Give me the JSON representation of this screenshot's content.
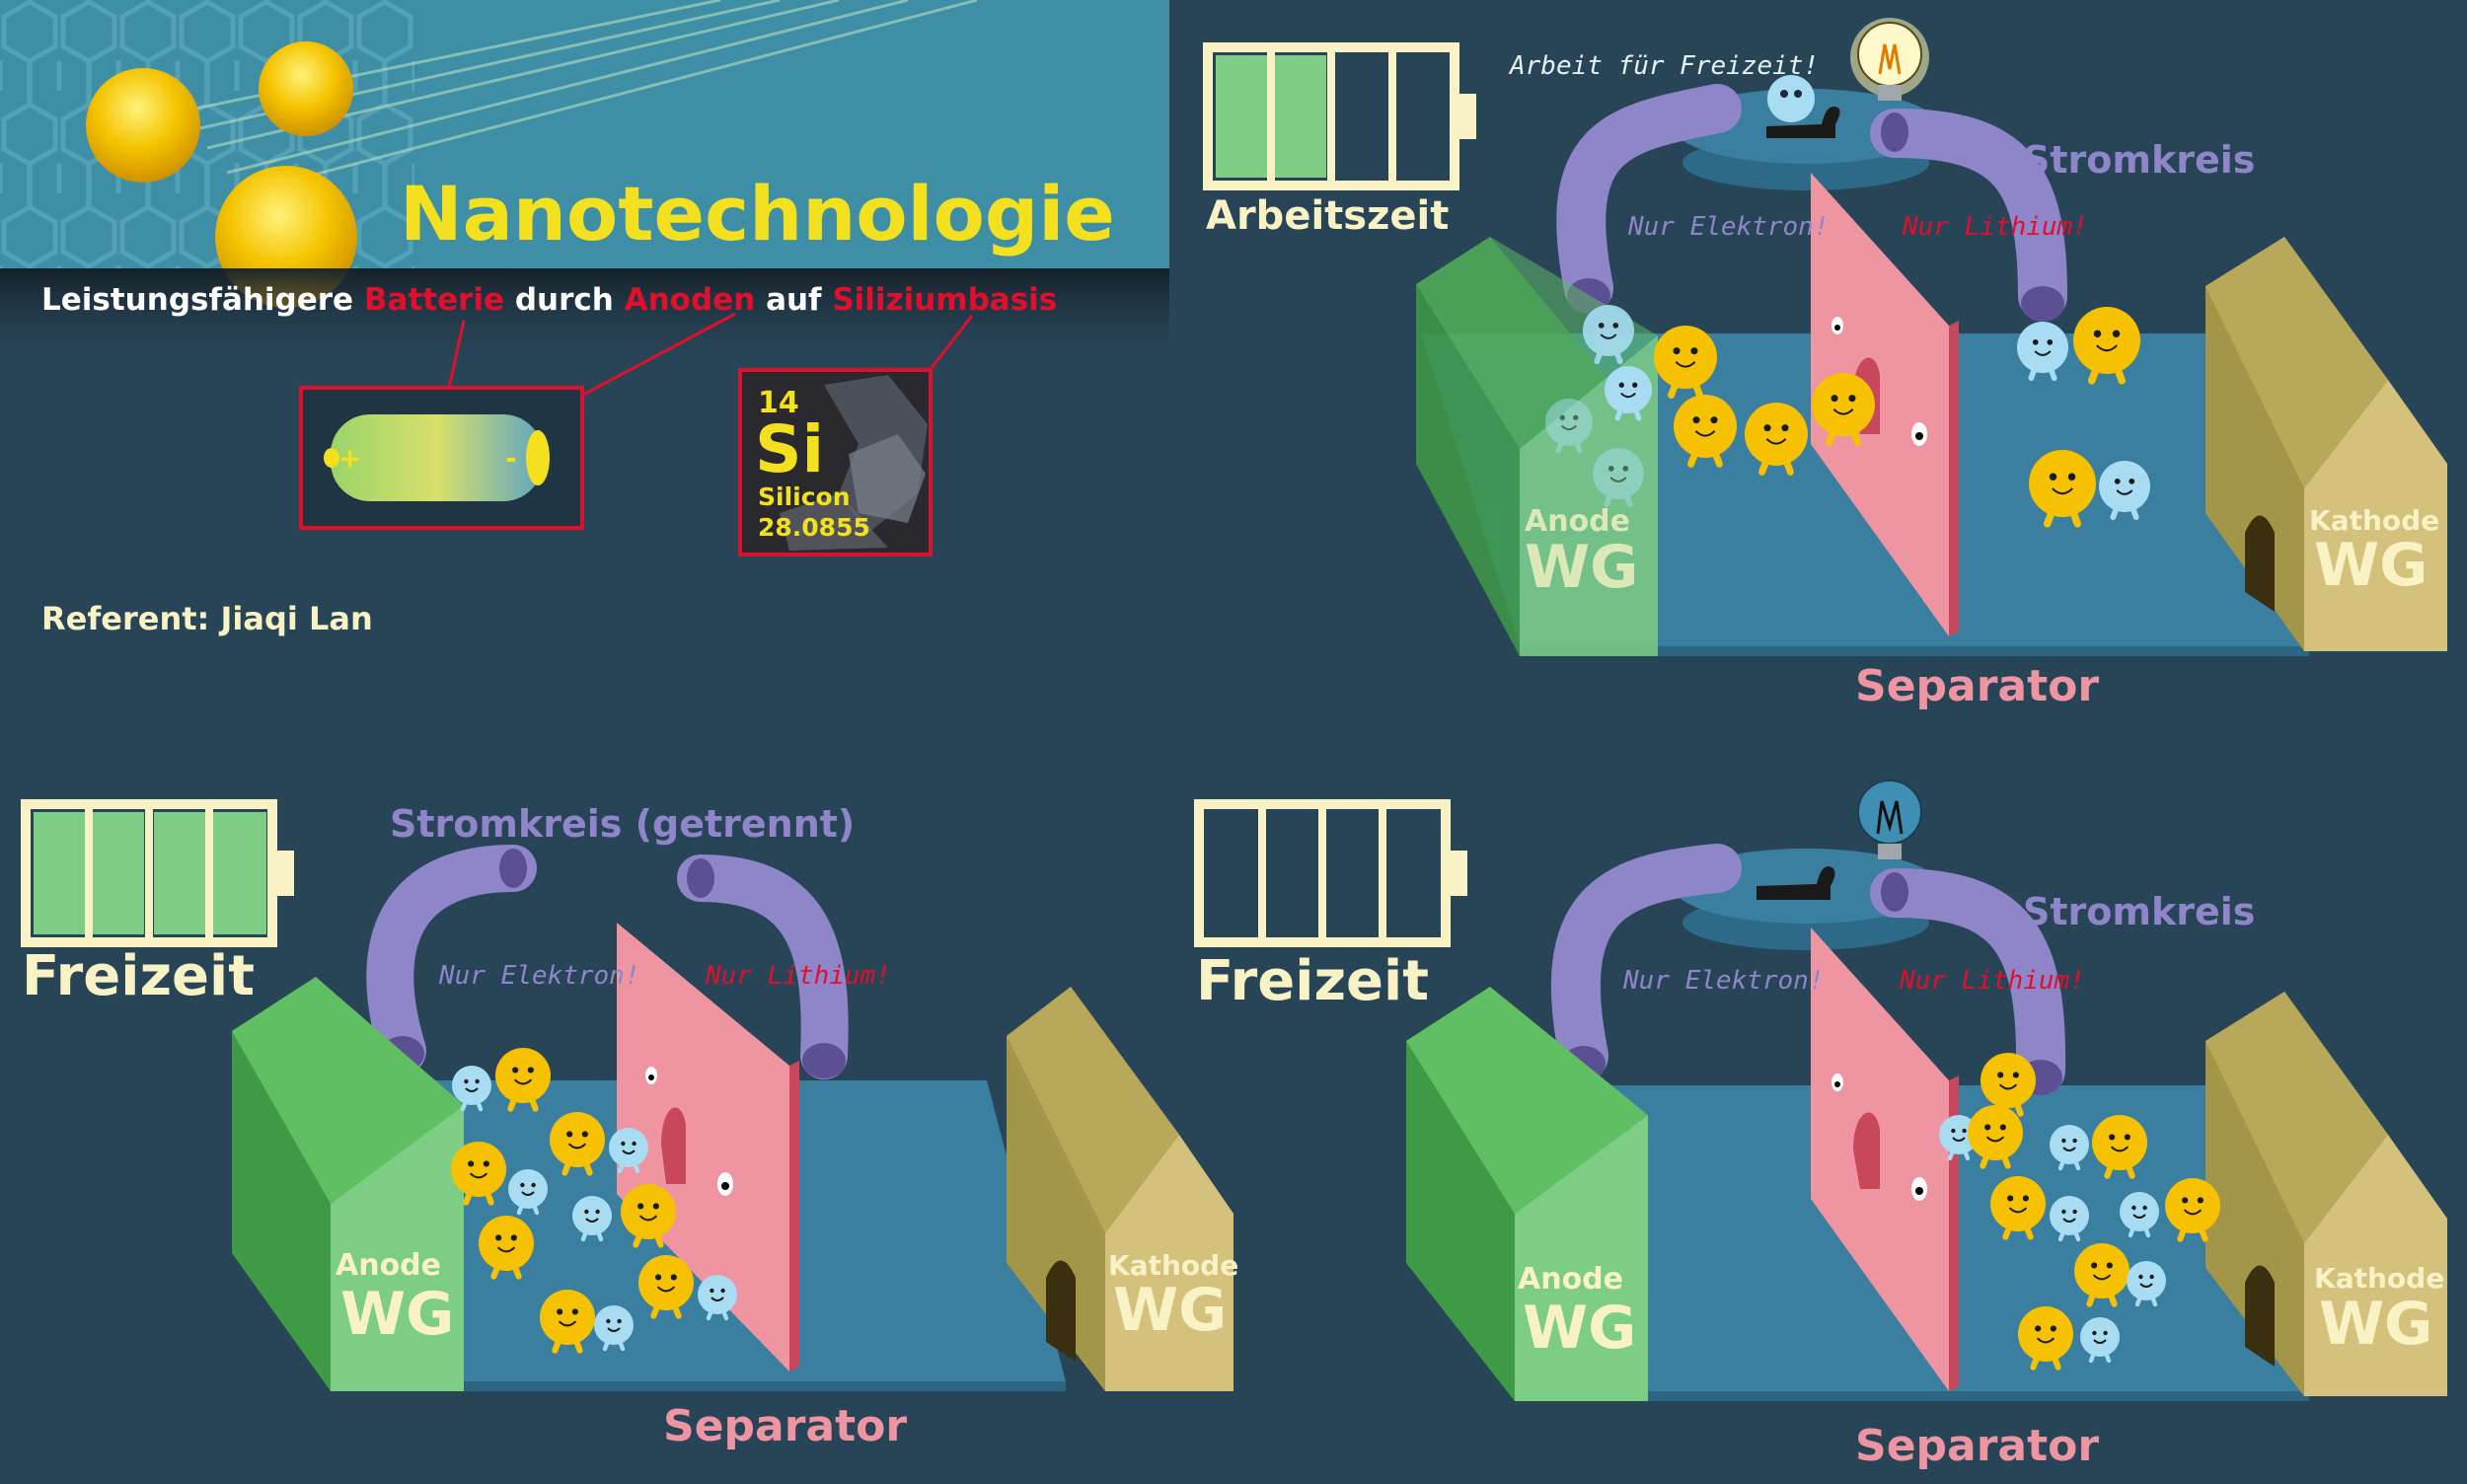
{
  "colors": {
    "background": "#284558",
    "header_bg": "#3e8fa6",
    "title_yellow": "#f3e01f",
    "highlight_red": "#e0102c",
    "battery_outline": "#f8f2c4",
    "battery_fill": "#7dcd85",
    "anode_green": "#5fbf62",
    "cathode_olive": "#d4c27c",
    "separator_pink": "#ef95a2",
    "circuit_purple": "#8f86c9",
    "floor_blue": "#3a7fa0",
    "lithium_yellow": "#f6c100",
    "electron_blue": "#a7dcf2"
  },
  "header": {
    "title": "Nanotechnologie",
    "subtitle_parts": [
      "Leistungsfähigere ",
      "Batterie",
      " durch ",
      "Anoden",
      " auf ",
      "Siliziumbasis"
    ],
    "battery_plus": "+",
    "battery_minus": "-",
    "element": {
      "number": "14",
      "symbol": "Si",
      "name": "Silicon",
      "mass": "28.0855"
    },
    "presenter": "Referent: Jiaqi Lan"
  },
  "panels": {
    "top_right": {
      "battery_label": "Arbeitszeit",
      "battery_level": 0.5,
      "note": "Arbeit für Freizeit!",
      "circuit_label": "Stromkreis",
      "electron_note": "Nur Elektron!",
      "lithium_note": "Nur Lithium!",
      "anode_label": "Anode",
      "anode_wg": "WG",
      "cathode_label": "Kathode",
      "cathode_wg": "WG",
      "separator_label": "Separator",
      "bulb_on": true
    },
    "bottom_left": {
      "battery_label": "Freizeit",
      "battery_level": 1.0,
      "circuit_label": "Stromkreis (getrennt)",
      "electron_note": "Nur Elektron!",
      "lithium_note": "Nur Lithium!",
      "anode_label": "Anode",
      "anode_wg": "WG",
      "cathode_label": "Kathode",
      "cathode_wg": "WG",
      "separator_label": "Separator"
    },
    "bottom_right": {
      "battery_label": "Freizeit",
      "battery_level": 0.0,
      "circuit_label": "Stromkreis",
      "electron_note": "Nur Elektron!",
      "lithium_note": "Nur Lithium!",
      "anode_label": "Anode",
      "anode_wg": "WG",
      "cathode_label": "Kathode",
      "cathode_wg": "WG",
      "separator_label": "Separator",
      "bulb_on": false
    }
  }
}
